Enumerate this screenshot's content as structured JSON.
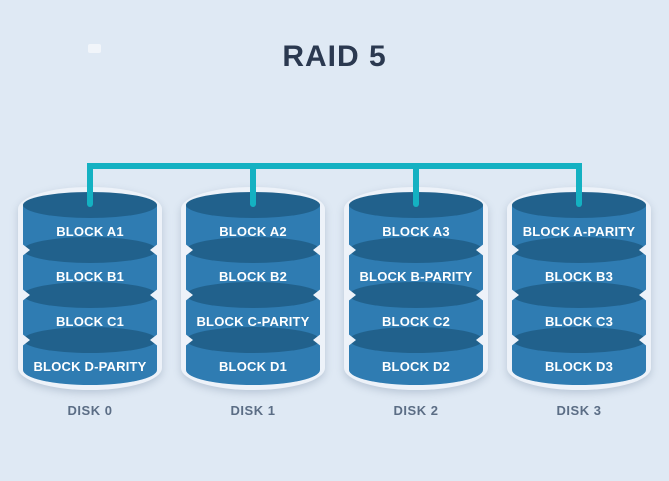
{
  "title": "RAID 5",
  "disks": [
    {
      "label": "DISK 0",
      "blocks": [
        "BLOCK A1",
        "BLOCK B1",
        "BLOCK C1",
        "BLOCK D-PARITY"
      ]
    },
    {
      "label": "DISK 1",
      "blocks": [
        "BLOCK A2",
        "BLOCK B2",
        "BLOCK C-PARITY",
        "BLOCK D1"
      ]
    },
    {
      "label": "DISK 2",
      "blocks": [
        "BLOCK A3",
        "BLOCK B-PARITY",
        "BLOCK C2",
        "BLOCK D2"
      ]
    },
    {
      "label": "DISK 3",
      "blocks": [
        "BLOCK A-PARITY",
        "BLOCK B3",
        "BLOCK C3",
        "BLOCK D3"
      ]
    }
  ],
  "colors": {
    "background": "#dfe9f4",
    "cylinder_body": "#2f7cb2",
    "cylinder_top": "#21618c",
    "cylinder_halo": "#edf2f9",
    "connector": "#14b1c2",
    "title_text": "#2b3950",
    "disk_label_text": "#5b6d85",
    "block_text": "#ffffff"
  }
}
